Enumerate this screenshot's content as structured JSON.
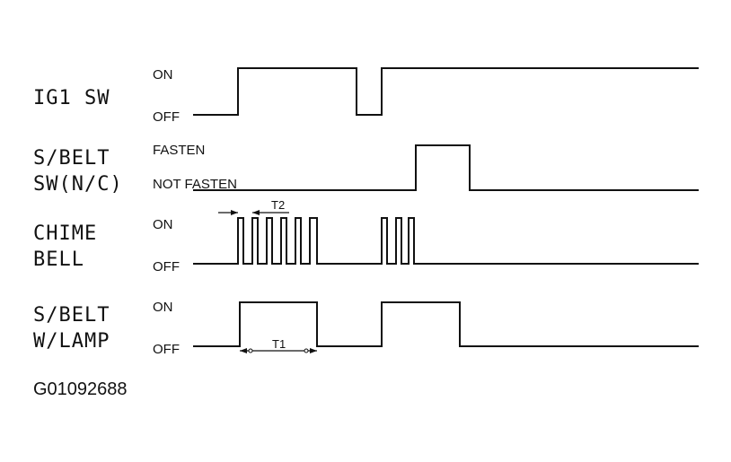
{
  "signals": {
    "ig1": {
      "label": "IG1 SW",
      "high": "ON",
      "low": "OFF"
    },
    "belt_sw": {
      "label_line1": "S/BELT",
      "label_line2": "SW(N/C)",
      "high": "FASTEN",
      "low": "NOT FASTEN"
    },
    "chime": {
      "label_line1": "CHIME",
      "label_line2": "BELL",
      "high": "ON",
      "low": "OFF"
    },
    "lamp": {
      "label_line1": "S/BELT",
      "label_line2": "W/LAMP",
      "high": "ON",
      "low": "OFF"
    }
  },
  "timing_labels": {
    "t1": "T1",
    "t2": "T2"
  },
  "figure_id": "G01092688"
}
